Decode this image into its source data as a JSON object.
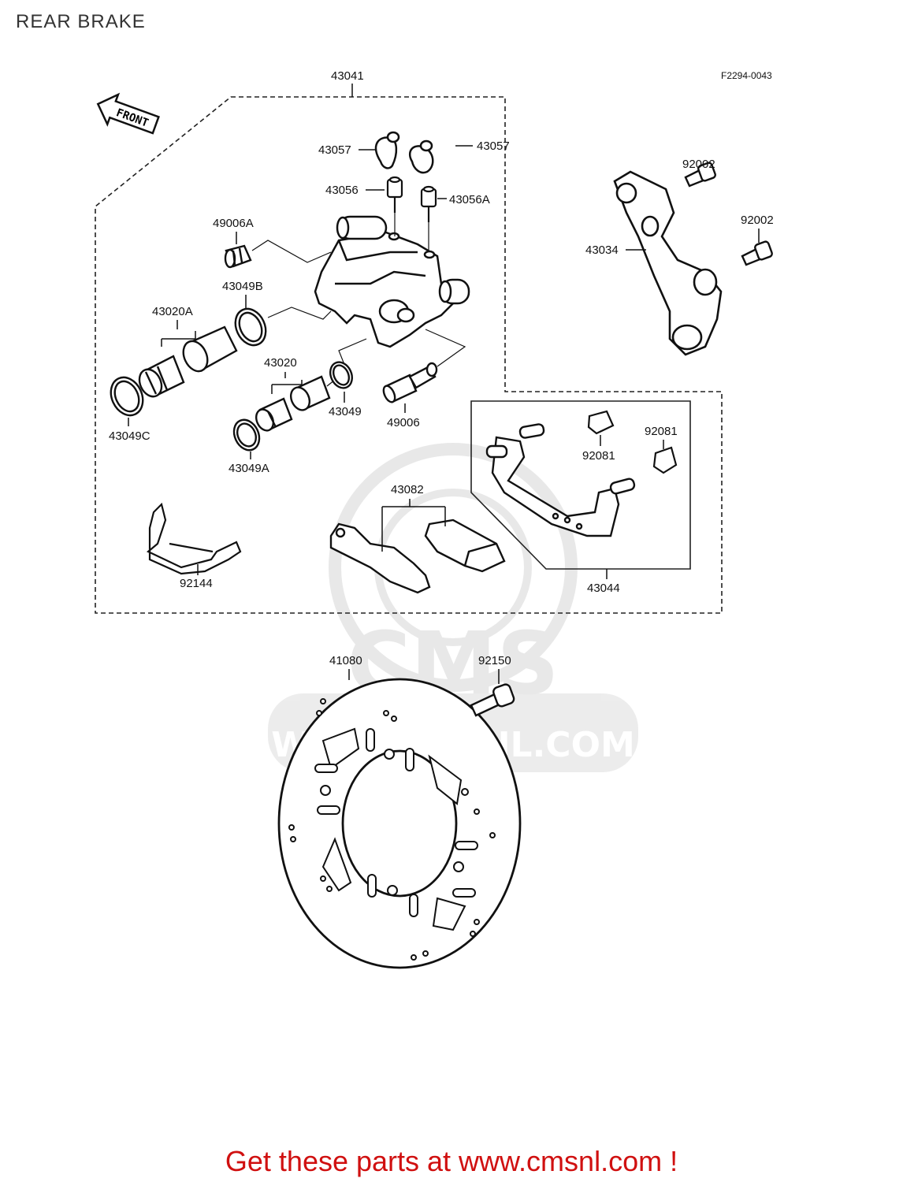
{
  "title": "REAR BRAKE",
  "figure_code": "F2294-0043",
  "front_label": "FRONT",
  "watermark": {
    "brand": "CMS",
    "url": "WWW.CMSNL.COM"
  },
  "footer": "Get these parts at www.cmsnl.com !",
  "parts": {
    "p43041": "43041",
    "p43057a": "43057",
    "p43057b": "43057",
    "p43056": "43056",
    "p43056A": "43056A",
    "p49006A": "49006A",
    "p43049B": "43049B",
    "p43020A": "43020A",
    "p43020": "43020",
    "p43049": "43049",
    "p49006": "49006",
    "p43049C": "43049C",
    "p43049A": "43049A",
    "p43082": "43082",
    "p92144": "92144",
    "p92002a": "92002",
    "p92002b": "92002",
    "p43034": "43034",
    "p92081a": "92081",
    "p92081b": "92081",
    "p43044": "43044",
    "p41080": "41080",
    "p92150": "92150"
  }
}
